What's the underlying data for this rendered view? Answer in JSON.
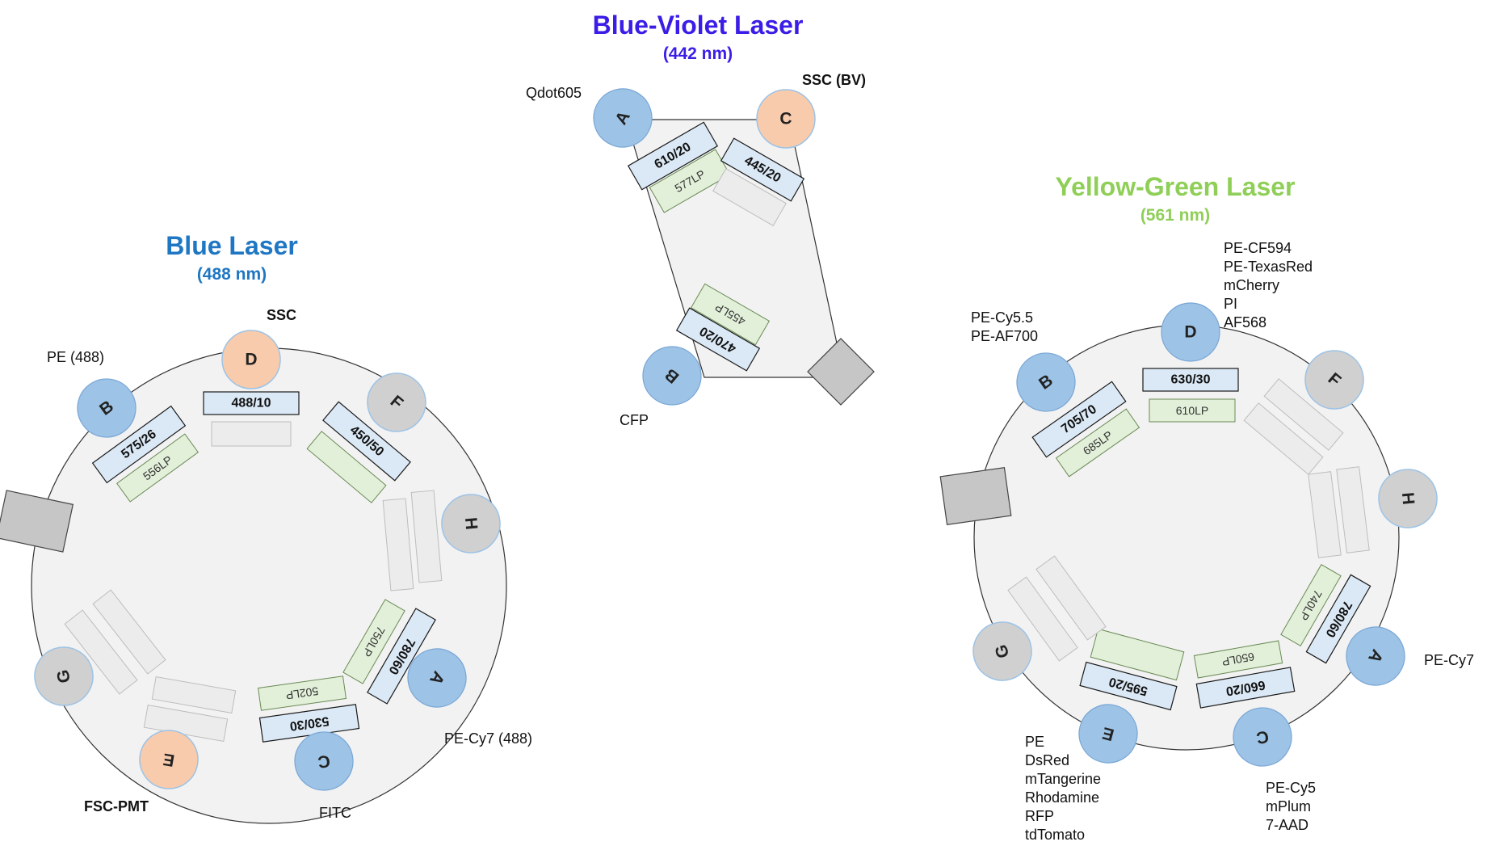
{
  "colors": {
    "blue_laser": "#1f77c4",
    "violet_laser": "#3a1de6",
    "yellow_green_laser": "#8fcf57",
    "detector_fluor": "#9dc3e6",
    "detector_scatter": "#f8cbad",
    "detector_unused": "#d0d0d0",
    "bandpass_fill": "#dbe9f6",
    "longpass_fill": "#e2f0d9",
    "empty_slot_fill": "#ececec",
    "wheel_fill": "#f2f2f2",
    "stop_block": "#c6c6c6"
  },
  "blue_laser": {
    "title": "Blue Laser",
    "wavelength": "(488 nm)",
    "detectors": [
      {
        "letter": "D",
        "label": "SSC",
        "kind": "scatter"
      },
      {
        "letter": "B",
        "label": "PE (488)",
        "kind": "fluor"
      },
      {
        "letter": "F",
        "label": "",
        "kind": "unused"
      },
      {
        "letter": "H",
        "label": "",
        "kind": "unused"
      },
      {
        "letter": "A",
        "label": "PE-Cy7 (488)",
        "kind": "fluor"
      },
      {
        "letter": "C",
        "label": "FITC",
        "kind": "fluor"
      },
      {
        "letter": "E",
        "label": "FSC-PMT",
        "kind": "scatter"
      },
      {
        "letter": "G",
        "label": "",
        "kind": "unused"
      }
    ],
    "filters": {
      "d_bp": "488/10",
      "b_bp": "575/26",
      "b_lp": "556LP",
      "f_bp": "450/50",
      "a_bp": "780/60",
      "a_lp": "750LP",
      "c_bp": "530/30",
      "c_lp": "502LP"
    }
  },
  "violet_laser": {
    "title": "Blue-Violet Laser",
    "wavelength": "(442 nm)",
    "detectors": [
      {
        "letter": "A",
        "label": "Qdot605",
        "kind": "fluor"
      },
      {
        "letter": "C",
        "label": "SSC (BV)",
        "kind": "scatter"
      },
      {
        "letter": "B",
        "label": "CFP",
        "kind": "fluor"
      }
    ],
    "filters": {
      "a_bp": "610/20",
      "a_lp": "577LP",
      "c_bp": "445/20",
      "b_bp": "470/20",
      "b_lp": "455LP"
    }
  },
  "yg_laser": {
    "title": "Yellow-Green Laser",
    "wavelength": "(561 nm)",
    "detectors": [
      {
        "letter": "D",
        "labels": [
          "PE-CF594",
          "PE-TexasRed",
          "mCherry",
          "PI",
          "AF568"
        ],
        "kind": "fluor"
      },
      {
        "letter": "B",
        "labels": [
          "PE-Cy5.5",
          "PE-AF700"
        ],
        "kind": "fluor"
      },
      {
        "letter": "F",
        "labels": [],
        "kind": "unused"
      },
      {
        "letter": "H",
        "labels": [],
        "kind": "unused"
      },
      {
        "letter": "A",
        "labels": [
          "PE-Cy7"
        ],
        "kind": "fluor"
      },
      {
        "letter": "C",
        "labels": [
          "PE-Cy5",
          "mPlum",
          "7-AAD"
        ],
        "kind": "fluor"
      },
      {
        "letter": "E",
        "labels": [
          "PE",
          "DsRed",
          "mTangerine",
          "Rhodamine",
          "RFP",
          "tdTomato"
        ],
        "kind": "fluor"
      },
      {
        "letter": "G",
        "labels": [],
        "kind": "unused"
      }
    ],
    "filters": {
      "d_bp": "630/30",
      "d_lp": "610LP",
      "b_bp": "705/70",
      "b_lp": "685LP",
      "a_bp": "780/60",
      "a_lp": "740LP",
      "c_bp": "660/20",
      "c_lp": "650LP",
      "e_bp": "595/20"
    }
  }
}
